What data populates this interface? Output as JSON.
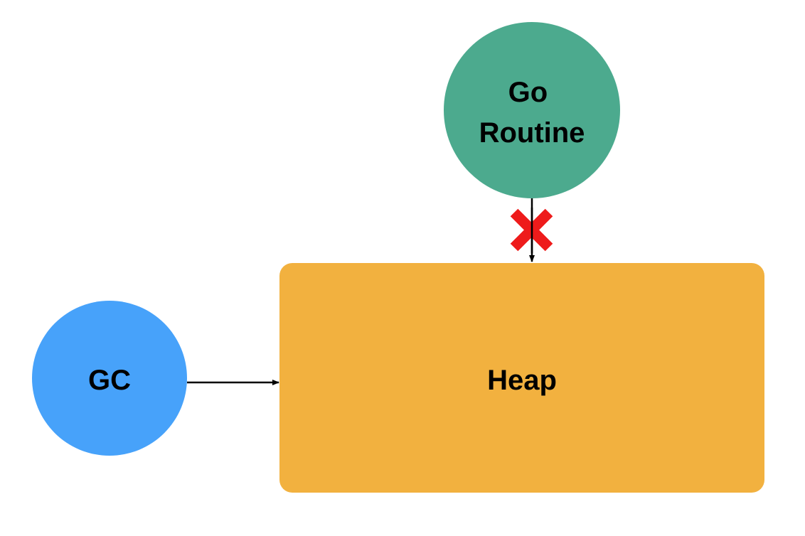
{
  "nodes": {
    "goroutine": {
      "label_lines": [
        "Go",
        "Routine"
      ],
      "color": "#4CAA8E"
    },
    "gc": {
      "label": "GC",
      "color": "#47A2FA"
    },
    "heap": {
      "label": "Heap",
      "color": "#F2B13F"
    }
  },
  "edges": {
    "gc_to_heap": {
      "from": "GC",
      "to": "Heap"
    },
    "goroutine_to_heap": {
      "from": "Go Routine",
      "to": "Heap",
      "blocked": true
    }
  },
  "colors": {
    "blocked_mark": "#EE1B1B",
    "arrow": "#000000"
  }
}
